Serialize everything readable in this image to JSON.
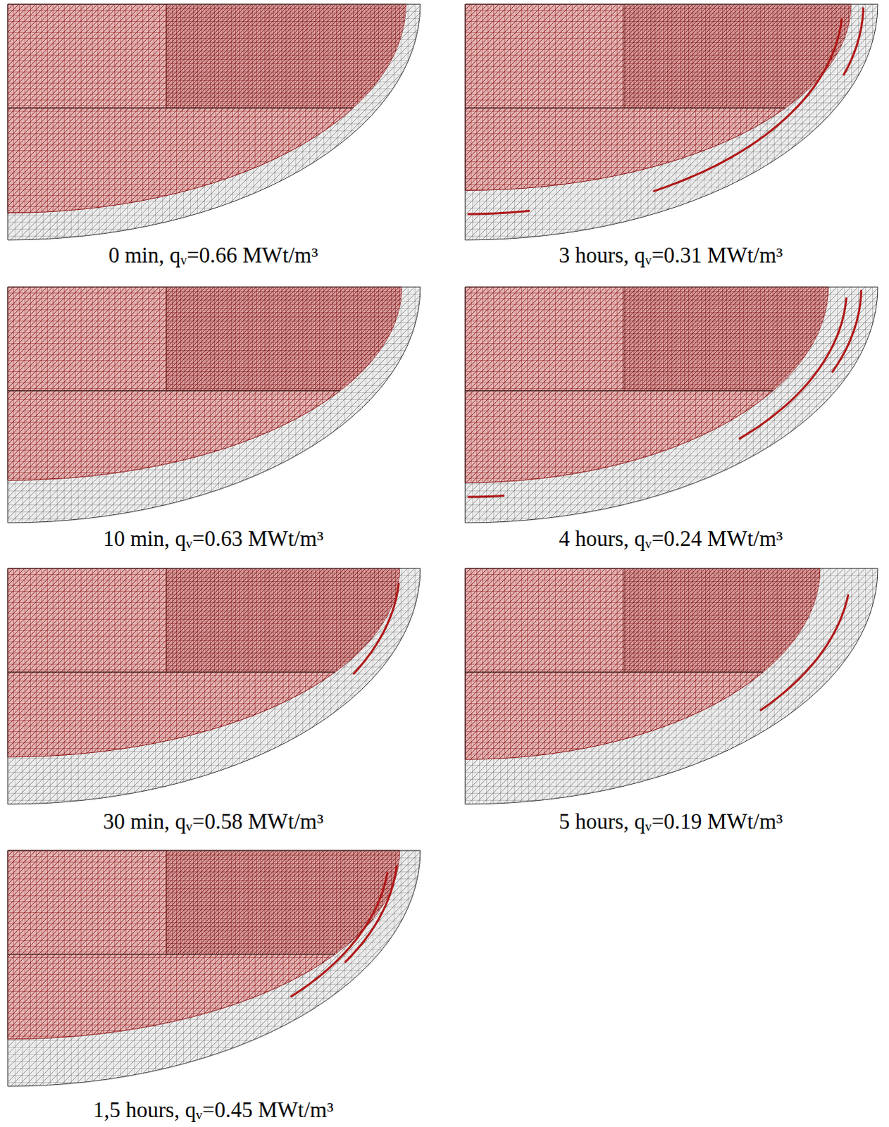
{
  "diagram": {
    "labels": [
      "0 min, qᵥ=0.66 MWt/m³",
      "3 hours, qᵥ=0.31 MWt/m³",
      "10 min, qᵥ=0.63 MWt/m³",
      "4 hours, qᵥ=0.24 MWt/m³",
      "30 min, qᵥ=0.58 MWt/m³",
      "5 hours, qᵥ=0.19 MWt/m³",
      "1,5 hours, qᵥ=0.45 MWt/m³"
    ]
  }
}
